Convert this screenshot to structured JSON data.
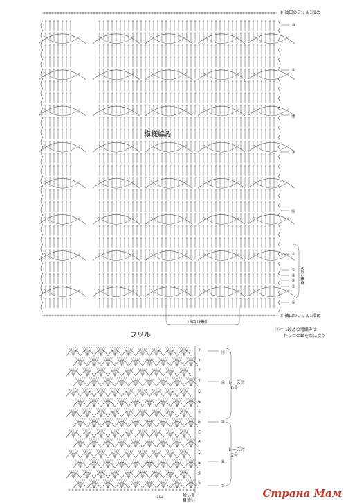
{
  "main_chart": {
    "title": "模様編み",
    "top_label": "① 袖口のフリル1段め",
    "bottom_label": "① 袖口のフリル1段め",
    "repeat_label": "18目1模様",
    "side_bracket_label": "6段1模様",
    "right_rows": [
      "⑩",
      "④",
      "⑱",
      "⑥",
      "⑯",
      "⑥",
      "⑤",
      "③",
      "①"
    ],
    "right_rows_lower": [
      "⑤",
      "④",
      "③",
      "②",
      "①"
    ]
  },
  "note": {
    "symbol": "Ⓣ",
    "line1": "＝ 1段めの増編みは",
    "line2": "作り目の鎖を束に拾う"
  },
  "frill_chart": {
    "title": "フリル",
    "hook_label_1": "レース針",
    "hook_size_1": "0号",
    "hook_label_2": "レース針",
    "hook_size_2": "2号",
    "right_rows": [
      "⑱",
      "⑯",
      "⑩",
      "⑥",
      "①"
    ],
    "stitch_counts": [
      "7",
      "7",
      "7",
      "7",
      "6",
      "6",
      "6",
      "6",
      "6",
      "6",
      "5",
      "5",
      "5",
      "5"
    ],
    "bottom_left": "1山",
    "bottom_right": "拾い目",
    "bottom_right2": "目拾い"
  },
  "watermark": "Страна Мам"
}
